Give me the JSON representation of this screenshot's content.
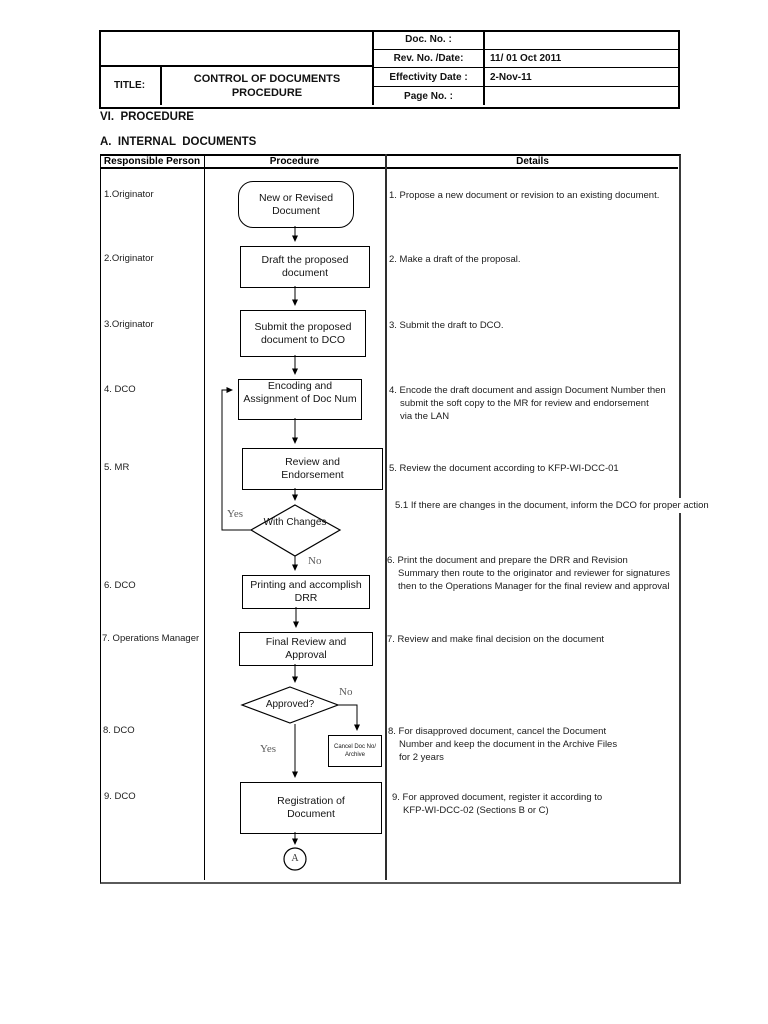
{
  "header_table": {
    "title_label": "TITLE:",
    "title": "CONTROL OF DOCUMENTS PROCEDURE",
    "fields": [
      {
        "label": "Doc. No. :",
        "value": ""
      },
      {
        "label": "Rev. No. /Date:",
        "value": "11/ 01 Oct 2011"
      },
      {
        "label": "Effectivity Date :",
        "value": "2-Nov-11"
      },
      {
        "label": "Page No. :",
        "value": ""
      }
    ]
  },
  "sections": {
    "procedure_heading": "VI.  PROCEDURE",
    "internal_heading": "A.  INTERNAL  DOCUMENTS"
  },
  "columns": {
    "responsible": "Responsible Person",
    "procedure": "Procedure",
    "details": "Details"
  },
  "rows": [
    {
      "responsible": "1.Originator",
      "detail": "1. Propose a new document or revision to an existing document."
    },
    {
      "responsible": "2.Originator",
      "detail": "2. Make a draft of the proposal."
    },
    {
      "responsible": "3.Originator",
      "detail": "3. Submit the draft to DCO."
    },
    {
      "responsible": "4. DCO",
      "detail": "4. Encode the draft document and assign Document Number then\nsubmit the soft copy to the MR for review and endorsement\nvia the LAN"
    },
    {
      "responsible": "5. MR",
      "detail": "5. Review the document according to KFP-WI-DCC-01",
      "sub_detail": "5.1  If there are changes in the document, inform the DCO for proper action"
    },
    {
      "responsible": "6. DCO",
      "detail": "6. Print the document and prepare the DRR and Revision\nSummary then route to the originator and reviewer for signatures\nthen to the Operations Manager for the final review and approval"
    },
    {
      "responsible": "7. Operations Manager",
      "detail": "7. Review and make final decision on the document"
    },
    {
      "responsible": "8. DCO",
      "detail": "8. For disapproved document, cancel the Document\nNumber and keep the document in the Archive Files\nfor 2 years"
    },
    {
      "responsible": "9. DCO",
      "detail": "9. For approved document, register it according to\nKFP-WI-DCC-02 (Sections B or C)"
    }
  ],
  "flowchart": {
    "start": "New or Revised Document",
    "draft": "Draft the proposed document",
    "submit": "Submit the proposed document to DCO",
    "encode": "Encoding and Assignment of Doc Num",
    "review": "Review and Endorsement",
    "decision_changes": "With Changes",
    "print_box": "Printing and accomplish DRR",
    "final_review": "Final Review and Approval",
    "decision_approved": "Approved?",
    "cancel": "Cancel Doc No/\nArchive",
    "register": "Registration of Document",
    "connector": "A",
    "yes_changes": "Yes",
    "no_changes": "No",
    "yes_approved": "Yes",
    "no_approved": "No"
  },
  "colors": {
    "line": "#000000",
    "muted_label": "#5b5b5b",
    "paper": "#ffffff"
  }
}
